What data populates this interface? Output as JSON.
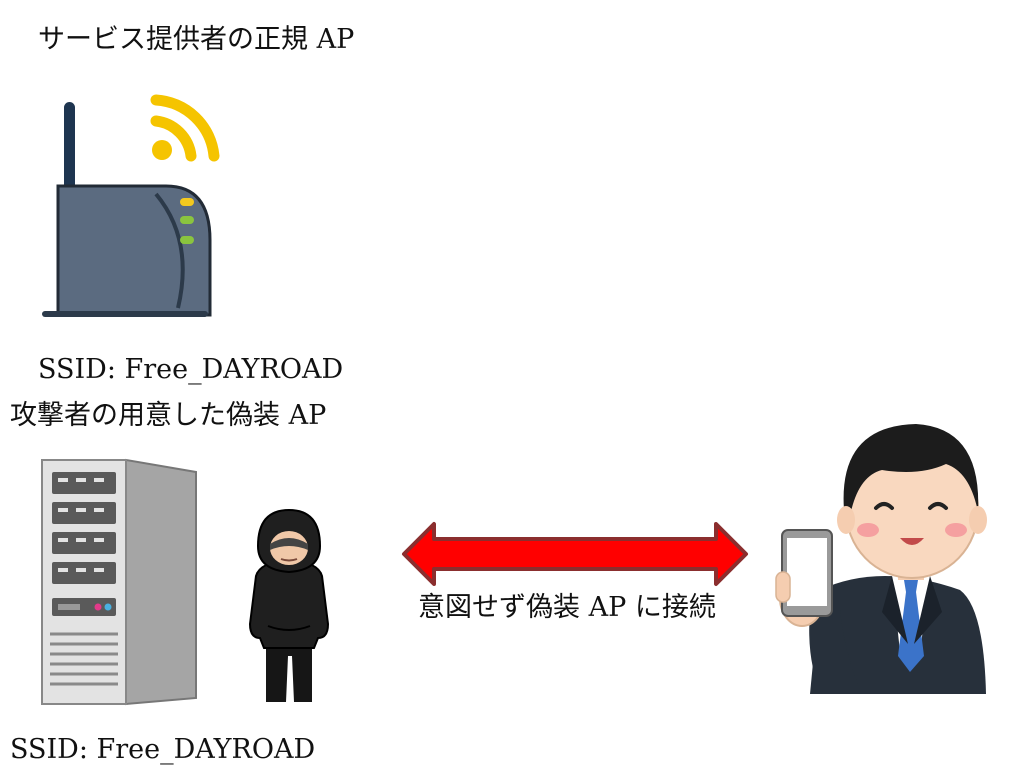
{
  "legit_ap": {
    "title": "サービス提供者の正規 AP",
    "ssid": "SSID: Free_DAYROAD"
  },
  "fake_ap": {
    "title": "攻撃者の用意した偽装 AP",
    "ssid": "SSID: Free_DAYROAD"
  },
  "connection": {
    "label": "意図せず偽装 AP に接続"
  },
  "colors": {
    "arrow_fill": "#ff0000",
    "arrow_stroke": "#8b2e2e",
    "router_body": "#5b6b80",
    "wifi_signal": "#f5c400",
    "attacker_hood": "#1f1f1f",
    "suit": "#27303b"
  }
}
